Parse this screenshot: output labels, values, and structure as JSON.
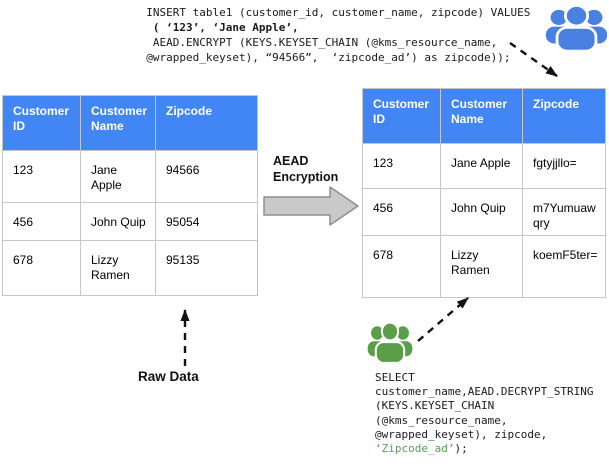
{
  "colors": {
    "header-blue": "#4285f4",
    "icon-blue": "#4a80e0",
    "icon-green": "#5b9e4a",
    "green-text": "#55a055",
    "arrow-fill": "#c9c9c9",
    "arrow-stroke": "#8f8f8f",
    "border-gray": "#c6c6c6",
    "text-black": "#000000"
  },
  "insert_sql": {
    "lines": [
      "  INSERT table1 (customer_id, customer_name, zipcode) VALUES",
      "   ( ‘123’, ‘Jane Apple’,",
      "   AEAD.ENCRYPT (KEYS.KEYSET_CHAIN (@kms_resource_name,",
      "  @wrapped_keyset), “94566”,  ‘zipcode_ad’) as zipcode));"
    ]
  },
  "left_table": {
    "headers": [
      "Customer ID",
      "Customer Name",
      "Zipcode"
    ],
    "rows": [
      [
        "123",
        "Jane Apple",
        "94566"
      ],
      [
        "456",
        "John Quip",
        "95054"
      ],
      [
        "678",
        "Lizzy Ramen",
        "95135"
      ]
    ]
  },
  "right_table": {
    "headers": [
      "Customer ID",
      "Customer Name",
      "Zipcode"
    ],
    "rows": [
      [
        "123",
        "Jane Apple",
        "fgtyjjllo="
      ],
      [
        "456",
        "John Quip",
        "m7Yumuawqry"
      ],
      [
        "678",
        "Lizzy Ramen",
        "koemF5ter="
      ]
    ]
  },
  "labels": {
    "aead_encryption": "AEAD\nEncryption",
    "raw_data": "Raw Data"
  },
  "select_sql": {
    "lines": [
      "SELECT",
      "customer_name,AEAD.DECRYPT_STRING",
      "(KEYS.KEYSET_CHAIN",
      "(@kms_resource_name,",
      "@wrapped_keyset), zipcode,"
    ],
    "last_line": {
      "green": "‘Zipcode_ad’",
      "tail": ");"
    }
  }
}
